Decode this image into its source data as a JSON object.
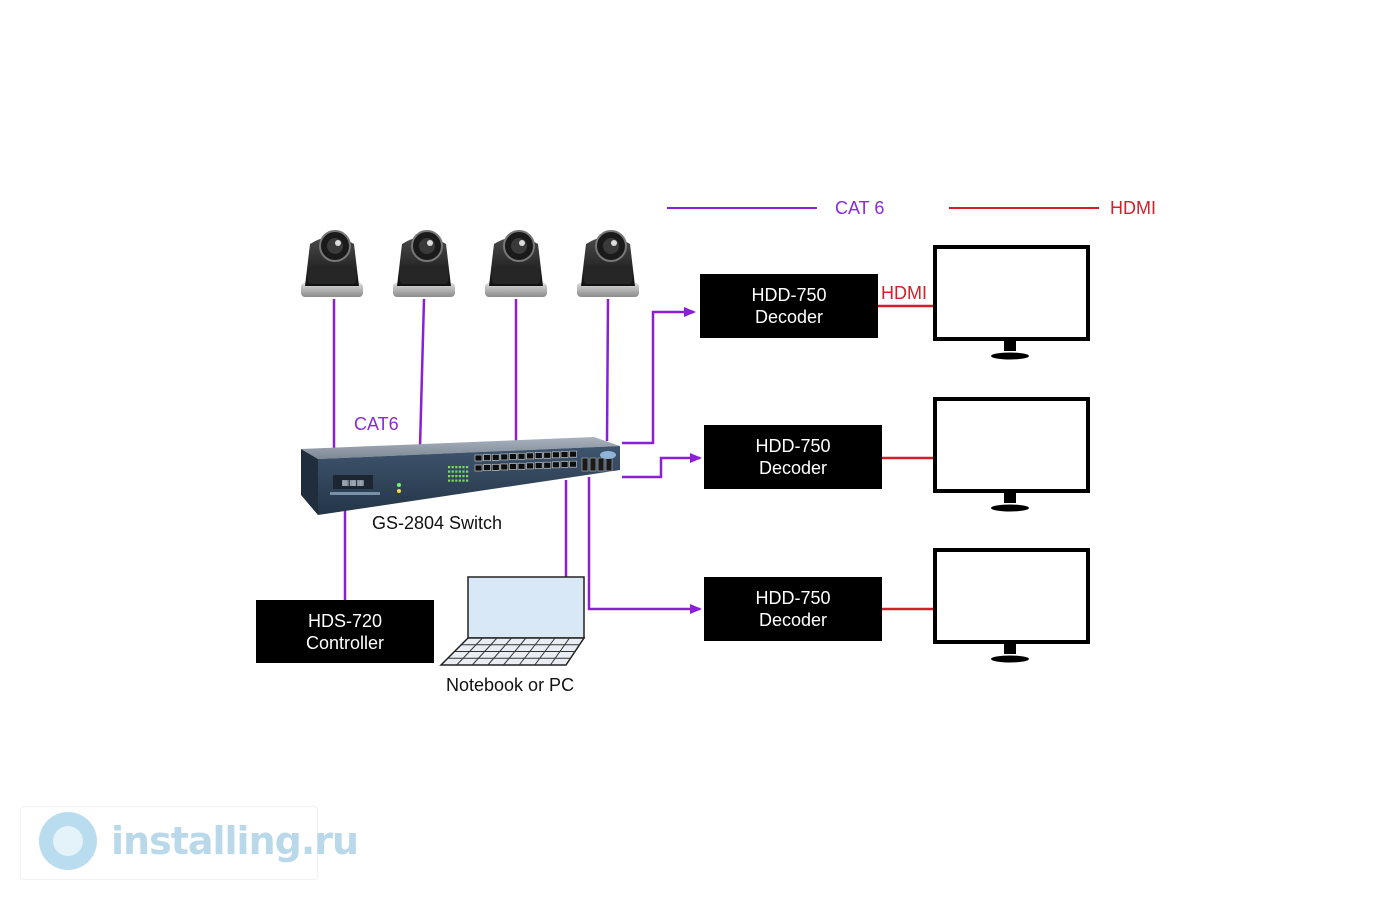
{
  "legend": {
    "cat6_label": "CAT 6",
    "hdmi_label": "HDMI"
  },
  "labels": {
    "cat6_cable": "CAT6",
    "switch": "GS-2804 Switch",
    "notebook": "Notebook or PC",
    "hdmi_link": "HDMI"
  },
  "decoders": [
    {
      "line1": "HDD-750",
      "line2": "Decoder"
    },
    {
      "line1": "HDD-750",
      "line2": "Decoder"
    },
    {
      "line1": "HDD-750",
      "line2": "Decoder"
    }
  ],
  "controller": {
    "line1": "HDS-720",
    "line2": "Controller"
  },
  "watermark": {
    "text": "installing.ru"
  },
  "colors": {
    "cat6": "#8a1fd6",
    "hdmi": "#d21f2a",
    "box": "#000000",
    "label_purple": "#8a2bd8",
    "label_red": "#d0202a"
  },
  "icons": {
    "camera": "ptz-camera-icon",
    "switch": "network-switch-icon",
    "monitor": "monitor-icon",
    "laptop": "laptop-icon"
  }
}
